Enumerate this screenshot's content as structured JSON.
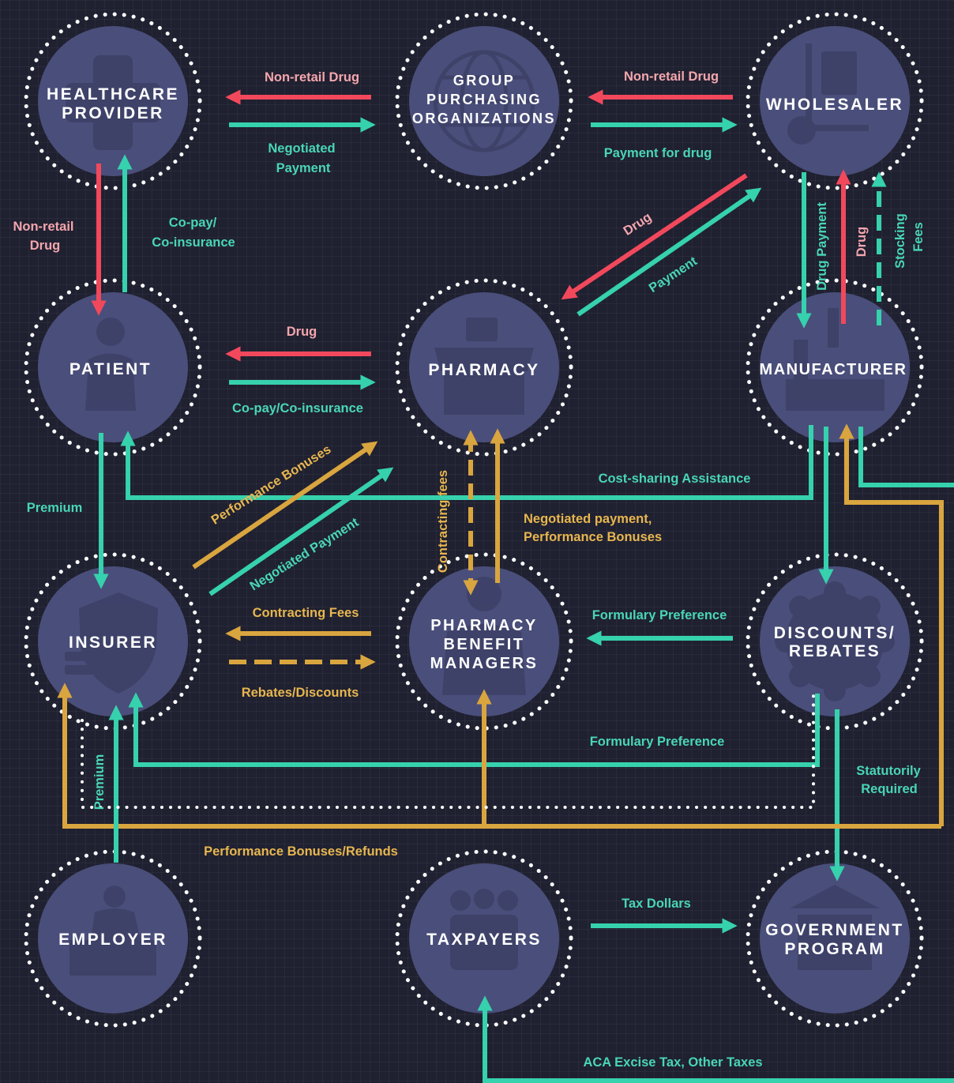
{
  "colors": {
    "background": "#1f2030",
    "node_fill": "#4a4e7a",
    "node_ring": "#ffffff",
    "red_arrow": "#f2485c",
    "teal_arrow": "#36d1ad",
    "gold_arrow": "#d9a53f",
    "pink_label": "#f4a6ad",
    "teal_label": "#49d6b5",
    "gold_label": "#e7b64f"
  },
  "nodes": {
    "healthcare_provider": {
      "lines": [
        "HEALTHCARE",
        "PROVIDER"
      ],
      "icon": "medical-cross-icon"
    },
    "gpo": {
      "lines": [
        "GROUP",
        "PURCHASING",
        "ORGANIZATIONS"
      ],
      "icon": "globe-icon"
    },
    "wholesaler": {
      "lines": [
        "WHOLESALER"
      ],
      "icon": "hand-truck-icon"
    },
    "patient": {
      "lines": [
        "PATIENT"
      ],
      "icon": "patient-icon"
    },
    "pharmacy": {
      "lines": [
        "PHARMACY"
      ],
      "icon": "storefront-icon"
    },
    "manufacturer": {
      "lines": [
        "MANUFACTURER"
      ],
      "icon": "factory-icon"
    },
    "insurer": {
      "lines": [
        "INSURER"
      ],
      "icon": "shield-dollar-icon"
    },
    "pbm": {
      "lines": [
        "PHARMACY",
        "BENEFIT",
        "MANAGERS"
      ],
      "icon": "person-icon"
    },
    "discounts": {
      "lines": [
        "DISCOUNTS/",
        "REBATES"
      ],
      "icon": "percent-badge-icon"
    },
    "employer": {
      "lines": [
        "EMPLOYER"
      ],
      "icon": "businessman-icon"
    },
    "taxpayers": {
      "lines": [
        "TAXPAYERS"
      ],
      "icon": "group-icon"
    },
    "government": {
      "lines": [
        "GOVERNMENT",
        "PROGRAM"
      ],
      "icon": "building-icon"
    }
  },
  "labels": {
    "hp_gpo_drug": "Non-retail Drug",
    "hp_gpo_payment": [
      "Negotiated",
      "Payment"
    ],
    "gpo_wh_drug": "Non-retail Drug",
    "gpo_wh_payment": "Payment for drug",
    "hp_patient_drug": [
      "Non-retail",
      "Drug"
    ],
    "hp_patient_copay": [
      "Co-pay/",
      "Co-insurance"
    ],
    "wh_pharm_drug": "Drug",
    "wh_pharm_payment": "Payment",
    "wh_mfr_payment": "Drug Payment",
    "wh_mfr_drug": "Drug",
    "wh_mfr_fees": [
      "Stocking",
      "Fees"
    ],
    "patient_pharm_drug": "Drug",
    "patient_pharm_copay": "Co-pay/Co-insurance",
    "cost_sharing": "Cost-sharing Assistance",
    "premium": "Premium",
    "perf_bonuses": "Performance Bonuses",
    "neg_payment": "Negotiated Payment",
    "contracting_fees_v": "Contracting fees",
    "neg_perf": [
      "Negotiated payment,",
      "Performance Bonuses"
    ],
    "contracting_fees": "Contracting Fees",
    "rebates_discounts": "Rebates/Discounts",
    "formulary_pref_1": "Formulary Preference",
    "formulary_pref_2": "Formulary Preference",
    "statutorily": [
      "Statutorily",
      "Required"
    ],
    "employer_premium": "Premium",
    "perf_refunds": "Performance Bonuses/Refunds",
    "tax_dollars": "Tax Dollars",
    "aca_tax": "ACA Excise Tax, Other Taxes"
  }
}
